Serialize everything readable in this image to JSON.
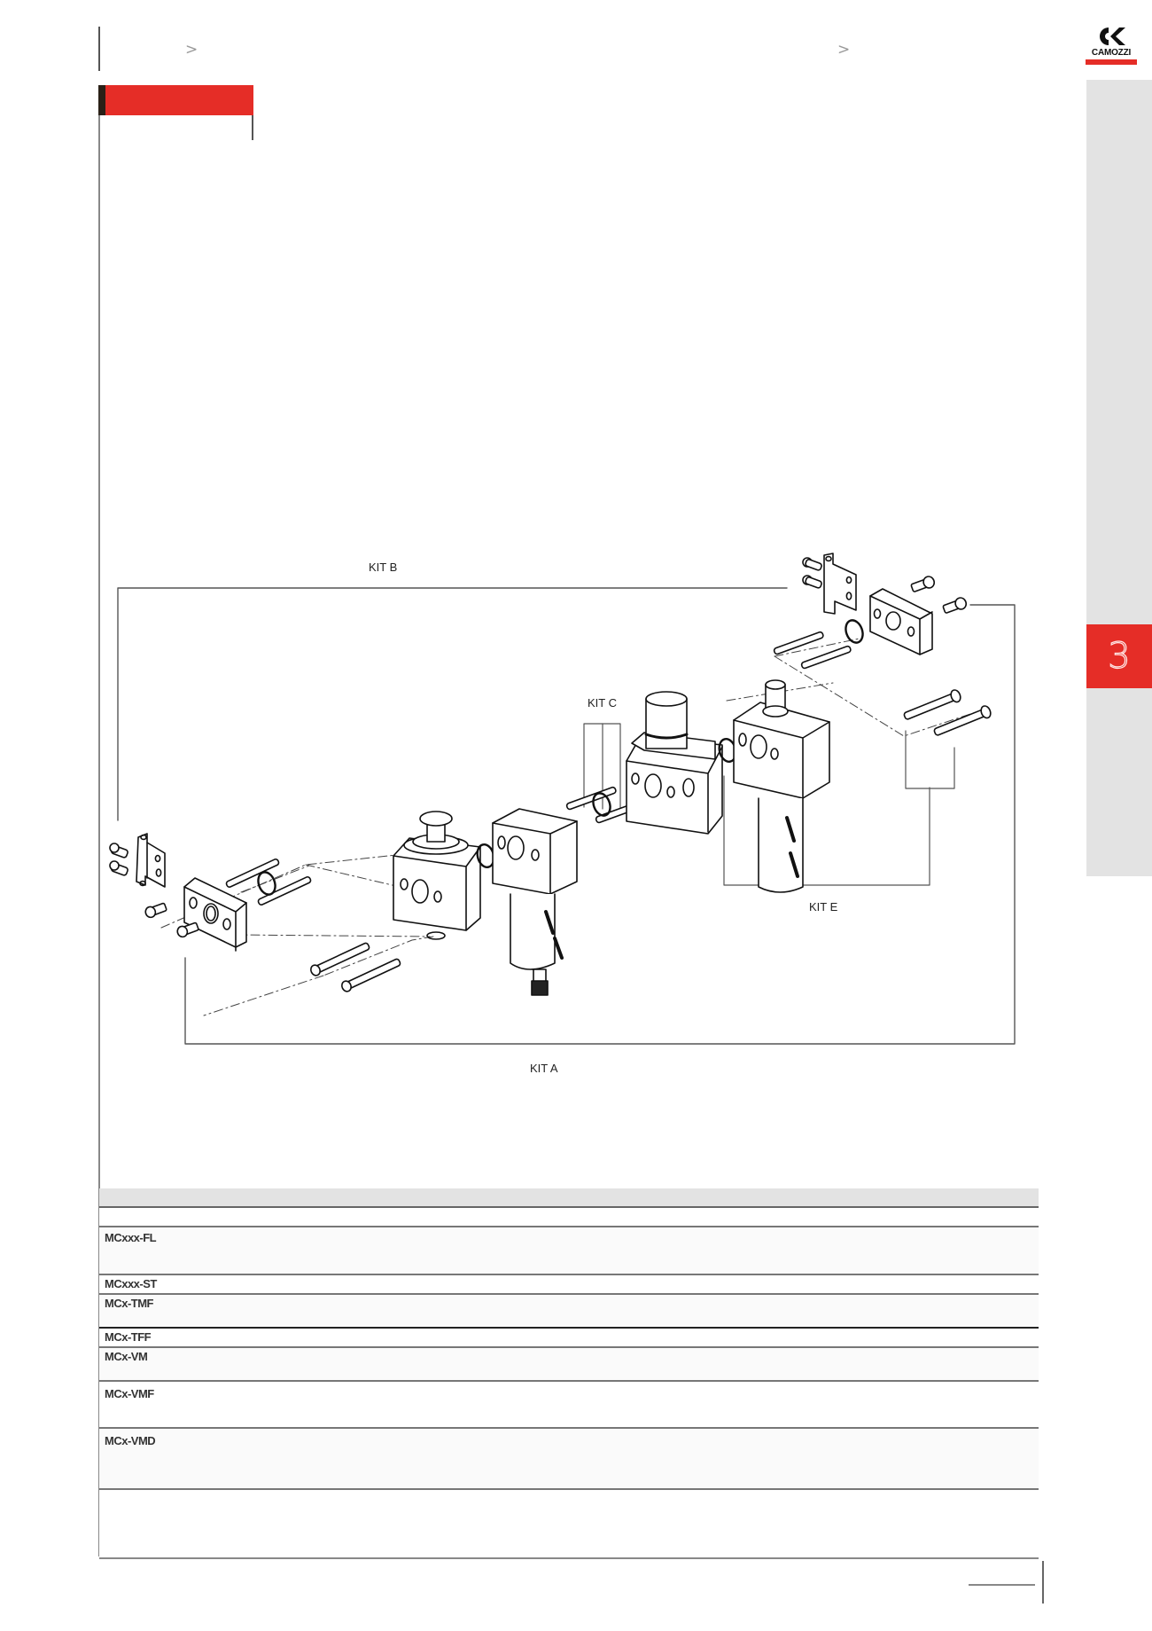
{
  "header": {
    "breadcrumb_left": ">",
    "breadcrumb_right": ">",
    "section_title": ""
  },
  "logo": {
    "brand": "CAMOZZI",
    "colors": {
      "brand_red": "#e52d27",
      "mark": "#111111"
    }
  },
  "side_tab": {
    "chapter_number": "3",
    "colors": {
      "strip": "#e3e3e3",
      "active": "#e52d27"
    }
  },
  "diagram": {
    "kits": [
      {
        "id": "kit-b",
        "label": "KIT B"
      },
      {
        "id": "kit-c",
        "label": "KIT C"
      },
      {
        "id": "kit-e",
        "label": "KIT E"
      },
      {
        "id": "kit-a",
        "label": "KIT A"
      }
    ],
    "components": [
      "end-bracket-left",
      "end-plate-left",
      "tie-rods-left",
      "o-ring",
      "manual-valve",
      "filter-unit",
      "regulator",
      "lubricator",
      "end-plate-right",
      "end-bracket-right",
      "tie-rods-right"
    ]
  },
  "parts_table": {
    "header": "",
    "rows": [
      {
        "code": "",
        "description": ""
      },
      {
        "code": "MCxxx-FL",
        "description": ""
      },
      {
        "code": "MCxxx-ST",
        "description": ""
      },
      {
        "code": "MCx-TMF",
        "description": ""
      },
      {
        "code": "MCx-TFF",
        "description": ""
      },
      {
        "code": "MCx-VM",
        "description": ""
      },
      {
        "code": "MCx-VMF",
        "description": ""
      },
      {
        "code": "MCx-VMD",
        "description": ""
      }
    ]
  },
  "footer": {
    "page_number": ""
  }
}
